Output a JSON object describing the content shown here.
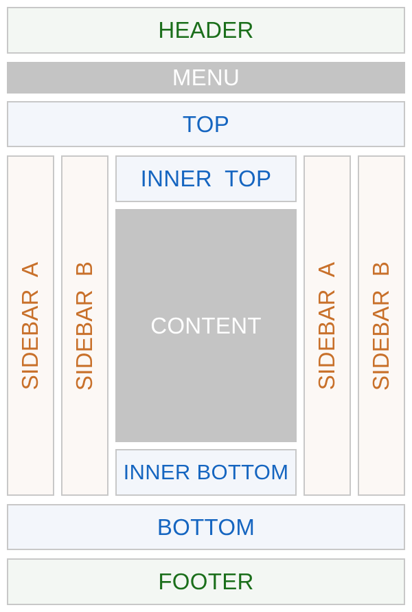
{
  "diagram": {
    "header": "HEADER",
    "menu": "MENU",
    "top": "TOP",
    "inner_top": "INNER  TOP",
    "content": "CONTENT",
    "inner_bottom": "INNER BOTTOM",
    "bottom": "BOTTOM",
    "footer": "FOOTER",
    "sidebars": [
      {
        "label": "SIDEBAR  A"
      },
      {
        "label": "SIDEBAR  B"
      },
      {
        "label": "SIDEBAR  A"
      },
      {
        "label": "SIDEBAR  B"
      }
    ]
  },
  "colors": {
    "green_text": "#1a6e1a",
    "blue_text": "#1565c0",
    "orange_text": "#c8702a",
    "grey_fill": "#c4c4c4",
    "border": "#c8c8c8"
  }
}
